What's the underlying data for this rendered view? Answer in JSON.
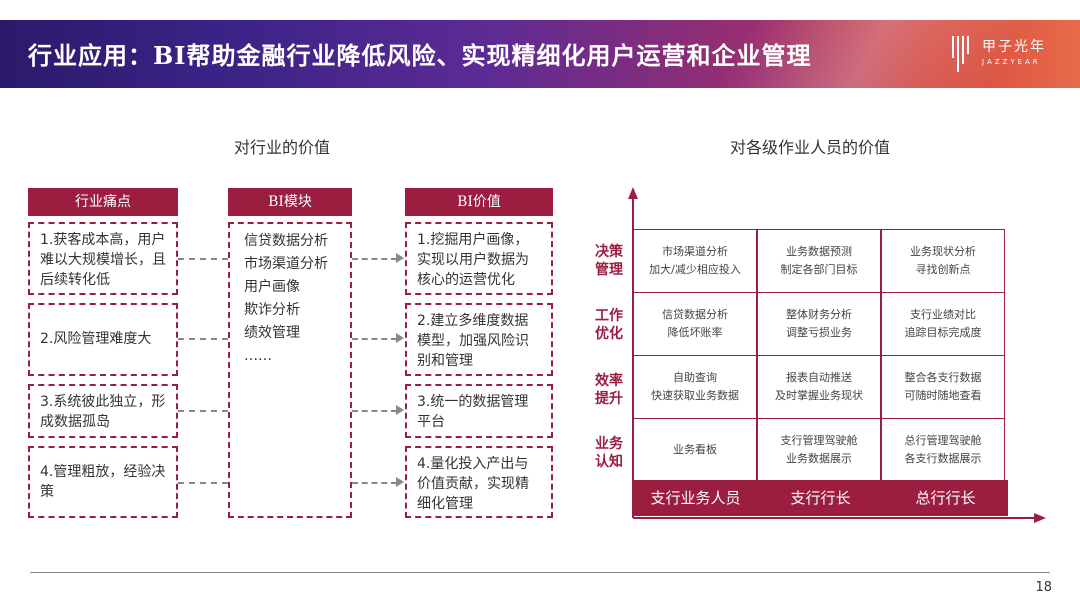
{
  "header": {
    "title": "行业应用：BI帮助金融行业降低风险、实现精细化用户运营和企业管理",
    "logo_text": "甲子光年",
    "logo_sub": "JAZZYEAR"
  },
  "left_section": {
    "title": "对行业的价值",
    "columns": {
      "pain": {
        "header": "行业痛点",
        "items": [
          "1.获客成本高，用户难以大规模增长，且后续转化低",
          "2.风险管理难度大",
          "3.系统彼此独立，形成数据孤岛",
          "4.管理粗放，经验决策"
        ]
      },
      "bi": {
        "header": "BI模块",
        "items": [
          "信贷数据分析",
          "市场渠道分析",
          "用户画像",
          "欺诈分析",
          "绩效管理",
          "……"
        ]
      },
      "value": {
        "header": "BI价值",
        "items": [
          "1.挖掘用户画像，实现以用户数据为核心的运营优化",
          "2.建立多维度数据模型，加强风险识别和管理",
          "3.统一的数据管理平台",
          "4.量化投入产出与价值贡献，实现精细化管理"
        ]
      }
    }
  },
  "right_section": {
    "title": "对各级作业人员的价值",
    "rows": [
      "决策管理",
      "工作优化",
      "效率提升",
      "业务认知"
    ],
    "columns": [
      "支行业务人员",
      "支行行长",
      "总行行长"
    ],
    "cells": [
      [
        [
          "市场渠道分析",
          "加大/减少相应投入"
        ],
        [
          "业务数据预测",
          "制定各部门目标"
        ],
        [
          "业务现状分析",
          "寻找创新点"
        ]
      ],
      [
        [
          "信贷数据分析",
          "降低坏账率"
        ],
        [
          "整体财务分析",
          "调整亏损业务"
        ],
        [
          "支行业绩对比",
          "追踪目标完成度"
        ]
      ],
      [
        [
          "自助查询",
          "快速获取业务数据"
        ],
        [
          "报表自动推送",
          "及时掌握业务现状"
        ],
        [
          "整合各支行数据",
          "可随时随地查看"
        ]
      ],
      [
        [
          "业务看板",
          ""
        ],
        [
          "支行管理驾驶舱",
          "业务数据展示"
        ],
        [
          "总行管理驾驶舱",
          "各支行数据展示"
        ]
      ]
    ]
  },
  "footer": {
    "page_number": "18"
  },
  "colors": {
    "accent": "#9b1d3f"
  }
}
